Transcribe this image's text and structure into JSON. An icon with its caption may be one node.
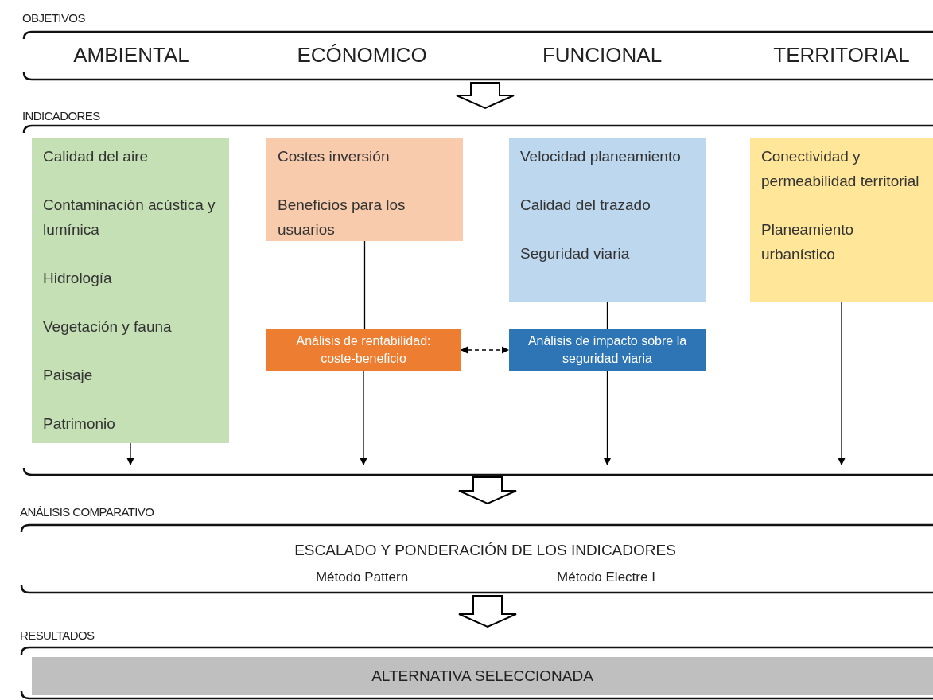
{
  "diagram": {
    "nodes": [
      {
        "text": [
          "OBJETIVOS",
          "AMBIENTAL",
          "ECÓNOMICO",
          "FUNCIONAL",
          "TERRITORIAL"
        ]
      },
      {
        "text": [
          "INDICADORES"
        ]
      },
      {
        "text": [
          "Calidad del aire",
          "Contaminación acústica y lumínica",
          "Hidrología",
          "Vegetación y fauna",
          "Paisaje",
          "Patrimonio"
        ],
        "in": 1
      },
      {
        "text": [
          "Costes inversión",
          "Beneficios para los usuarios"
        ],
        "in": 1
      },
      {
        "text": [
          "Velocidad planeamiento",
          "Calidad del trazado",
          "Seguridad viaria"
        ],
        "in": 1
      },
      {
        "text": [
          "Conectividad y permeabilidad territorial",
          "Planeamiento urbanístico"
        ],
        "in": 1
      },
      {
        "text": [
          "Análisis de rentabilidad: coste-beneficio"
        ],
        "in": 1
      },
      {
        "text": [
          "Análisis de impacto sobre la seguridad viaria"
        ],
        "in": 1
      },
      {
        "text": [
          "ANÁLISIS COMPARATIVO",
          "ESCALADO Y PONDERACIÓN DE LOS INDICADORES",
          "Método Pattern",
          "Método Electre I"
        ]
      },
      {
        "text": [
          "RESULTADOS"
        ]
      },
      {
        "text": [
          "ALTERNATIVA SELECCIONADA"
        ],
        "in": 9
      }
    ],
    "edges": [
      {
        "from": 0,
        "to": 1,
        "arrow": "to"
      },
      {
        "from": 2,
        "to": 1,
        "arrow": "to"
      },
      {
        "from": 3,
        "to": 6,
        "arrow": "none"
      },
      {
        "from": 6,
        "to": 1,
        "arrow": "to"
      },
      {
        "from": 4,
        "to": 7,
        "arrow": "none"
      },
      {
        "from": 7,
        "to": 1,
        "arrow": "to"
      },
      {
        "from": 5,
        "to": 1,
        "arrow": "to"
      },
      {
        "from": 6,
        "to": 7,
        "arrow": "both",
        "style": "dashed"
      },
      {
        "from": 1,
        "to": 8,
        "arrow": "to"
      },
      {
        "from": 8,
        "to": 9,
        "arrow": "to"
      }
    ]
  }
}
